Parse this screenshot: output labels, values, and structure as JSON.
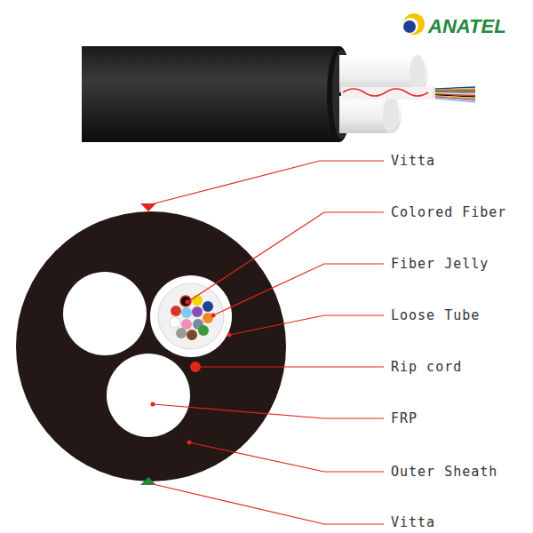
{
  "diagram": {
    "labels": [
      "ANATEL",
      "Vitta",
      "Colored Fiber",
      "Fiber Jelly",
      "Loose Tube",
      "Rip cord",
      "FRP",
      "Outer Sheath",
      "Vitta"
    ]
  }
}
